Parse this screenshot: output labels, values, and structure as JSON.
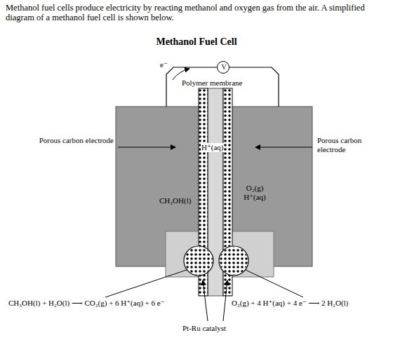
{
  "diagram": {
    "title": "Methanol Fuel Cell",
    "nodes": [
      {
        "text": [
          "CH₃OH(l)"
        ]
      },
      {
        "text": [
          "H⁺(aq)"
        ]
      },
      {
        "text": [
          "O₂(g) H⁺(aq)"
        ]
      },
      {
        "text": [
          "V"
        ]
      }
    ],
    "edges": [
      {
        "from": 0,
        "to": 3,
        "arrow": "none"
      },
      {
        "from": 3,
        "to": 2,
        "arrow": "none"
      }
    ],
    "labels": [
      "Methanol fuel cells produce electricity by reacting methanol and oxygen gas from the air. A simplified diagram of a methanol fuel cell is shown below.",
      "e⁻",
      "Polymer membrane",
      "Porous carbon electrode",
      "Porous carbon electrode",
      "CH₃OH(l) + H₂O(l) ⟶ CO₂(g) + 6 H⁺(aq) + 6 e⁻",
      "O₂(g) + 4 H⁺(aq) + 4 e⁻ ⟶ 2 H₂O(l)",
      "Pt-Ru catalyst"
    ]
  }
}
